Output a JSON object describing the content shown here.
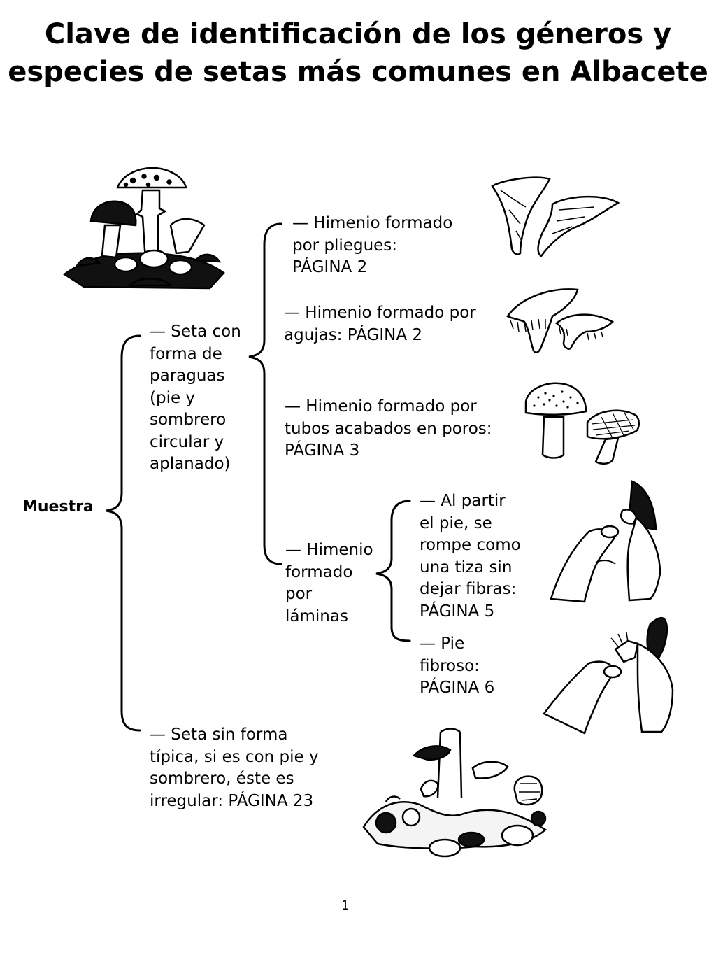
{
  "title": {
    "line1": "Clave de identificación de los géneros y",
    "line2": "especies de setas más comunes en Albacete"
  },
  "root_label": "Muestra",
  "nodes": {
    "umbrella": "— Seta con\nforma de\nparaguas\n(pie y\nsombrero\ncircular y\naplanado)",
    "atypical": "— Seta sin forma\ntípica, si es con pie y\nsombrero, éste es\nirregular: PÁGINA 23",
    "folds": "— Himenio formado\npor pliegues:\nPÁGINA 2",
    "needles": "— Himenio formado por\nagujas: PÁGINA 2",
    "tubes": "— Himenio formado por\ntubos acabados en poros:\nPÁGINA 3",
    "gills": "— Himenio\nformado\npor\nláminas",
    "chalk_break": "— Al partir\nel pie, se\nrompe como\nuna tiza sin\ndejar fibras:\nPÁGINA 5",
    "fibrous": "— Pie\nfibroso:\nPÁGINA 6"
  },
  "page_number": "1",
  "illustrations": [
    {
      "name": "mushroom-group-illustration"
    },
    {
      "name": "chanterelle-illustration"
    },
    {
      "name": "hydnum-illustration"
    },
    {
      "name": "boletus-illustration"
    },
    {
      "name": "brittle-stem-hands-illustration"
    },
    {
      "name": "fibrous-stem-hands-illustration"
    },
    {
      "name": "irregular-fungi-illustration"
    }
  ]
}
